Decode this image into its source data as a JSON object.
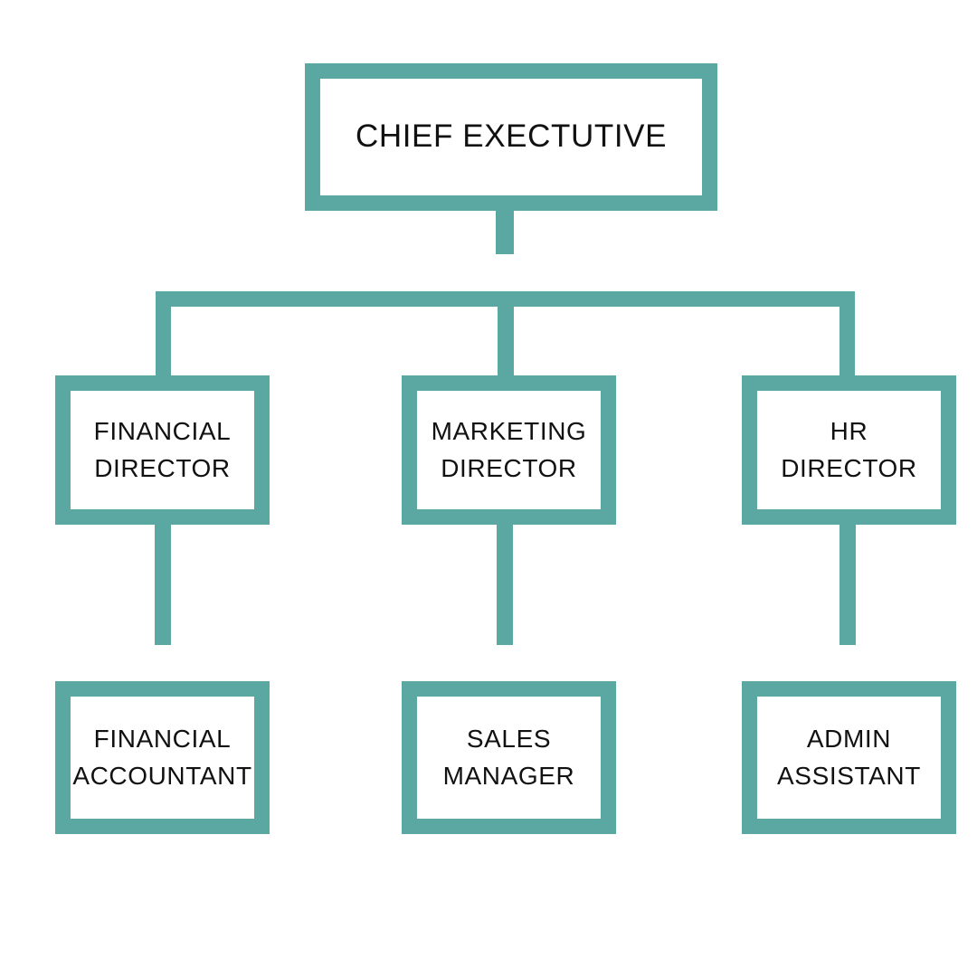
{
  "org": {
    "type": "org-chart",
    "accent_color": "#5BA8A2",
    "background_color": "#FFFFFF",
    "text_color": "#111111",
    "root": {
      "label": "CHIEF EXECTUTIVE"
    },
    "branches": [
      {
        "manager": {
          "label": "FINANCIAL\nDIRECTOR"
        },
        "report": {
          "label": "FINANCIAL\nACCOUNTANT"
        }
      },
      {
        "manager": {
          "label": "MARKETING\nDIRECTOR"
        },
        "report": {
          "label": "SALES\nMANAGER"
        }
      },
      {
        "manager": {
          "label": "HR\nDIRECTOR"
        },
        "report": {
          "label": "ADMIN\nASSISTANT"
        }
      }
    ]
  }
}
